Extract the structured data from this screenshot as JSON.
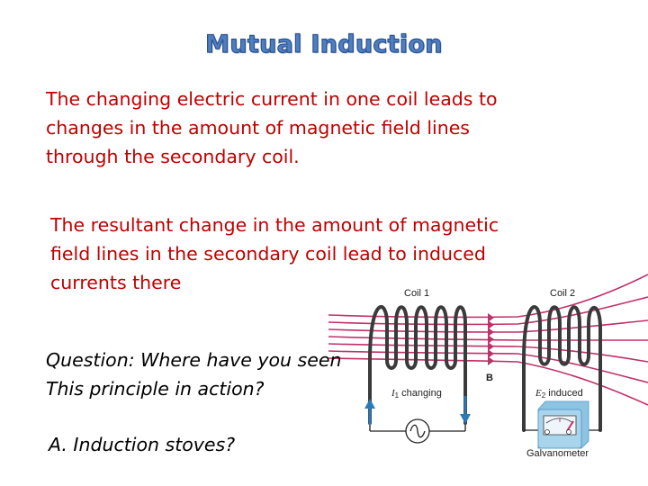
{
  "slide": {
    "title": "Mutual Induction",
    "paragraph1": {
      "lines": [
        "The changing electric current in one coil leads to",
        "changes in the amount of magnetic field lines",
        "through the secondary coil."
      ]
    },
    "paragraph2": {
      "lines": [
        "The resultant change in the amount of magnetic",
        "field lines in the secondary coil lead to induced",
        "currents there"
      ]
    },
    "question": {
      "lines": [
        "Question: Where have you seen",
        "This principle in action?"
      ]
    },
    "answer": "A. Induction stoves?"
  },
  "diagram": {
    "coil1_label": "Coil 1",
    "coil2_label": "Coil 2",
    "field_label": "B",
    "current_label_symbol": "I",
    "current_label_sub": "1",
    "current_label_text": " changing",
    "emf_label_symbol": "E",
    "emf_label_sub": "2",
    "emf_label_text": " induced",
    "meter_label": "Galvanometer",
    "colors": {
      "title": "#4f7fc0",
      "body_text": "#c00000",
      "field_lines": "#c0306a",
      "coil": "#3a3a3a",
      "current_arrow": "#2a7ab8",
      "meter": "#a8d4ec"
    }
  }
}
